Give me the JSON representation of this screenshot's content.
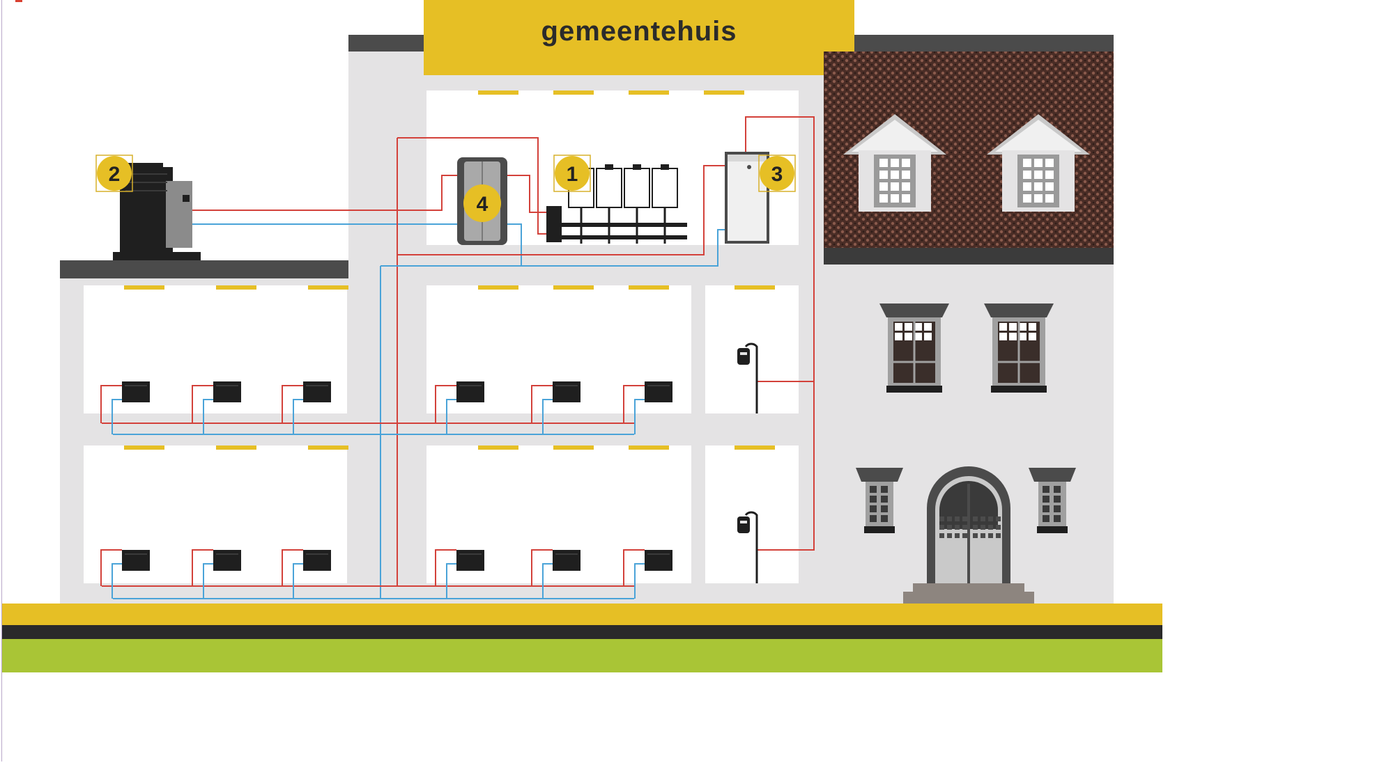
{
  "building": {
    "title": "gemeentehuis"
  },
  "markers": [
    {
      "label": "1",
      "component": "cascade-boilers"
    },
    {
      "label": "2",
      "component": "outdoor-heat-pump"
    },
    {
      "label": "3",
      "component": "hot-water-cabinet"
    },
    {
      "label": "4",
      "component": "buffer-tank"
    }
  ],
  "colors": {
    "banner_yellow": "#e6bf25",
    "wall_grey": "#e4e3e4",
    "room_white": "#ffffff",
    "roof_dark": "#4b4b4b",
    "roof_tiles": "#4a2d26",
    "pipe_supply_red": "#d3413a",
    "pipe_return_blue": "#4aa3d8",
    "grass_green": "#a9c536",
    "road_dark": "#2a2a2a",
    "unit_black": "#1f1f1f"
  },
  "icons": {
    "heat_pump": "outdoor-heat-pump-icon",
    "buffer_tank": "buffer-tank-icon",
    "boilers": "cascade-boiler-icon",
    "cabinet": "hot-water-cabinet-icon",
    "radiator": "radiator-icon",
    "lamp": "wall-lamp-icon",
    "dormer": "dormer-window-icon",
    "window": "window-icon",
    "door": "arched-door-icon"
  }
}
